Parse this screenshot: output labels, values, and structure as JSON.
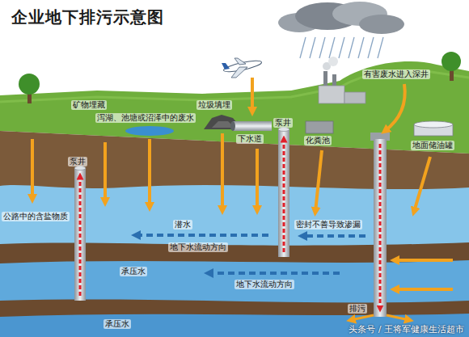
{
  "diagram": {
    "title": "企业地下排污示意图",
    "labels": [
      "矿物埋藏",
      "泻湖、池塘或沼泽中的废水",
      "垃圾填埋",
      "有害废水进入深井",
      "泵井",
      "泵井",
      "下水道",
      "化粪池",
      "地面储油罐",
      "公路中的含盐物质",
      "潜水",
      "地下水流动方向",
      "密封不善导致渗漏",
      "承压水",
      "地下水流动方向",
      "承压水",
      "排污",
      "头条号 / 王将军健康生活超市"
    ]
  }
}
